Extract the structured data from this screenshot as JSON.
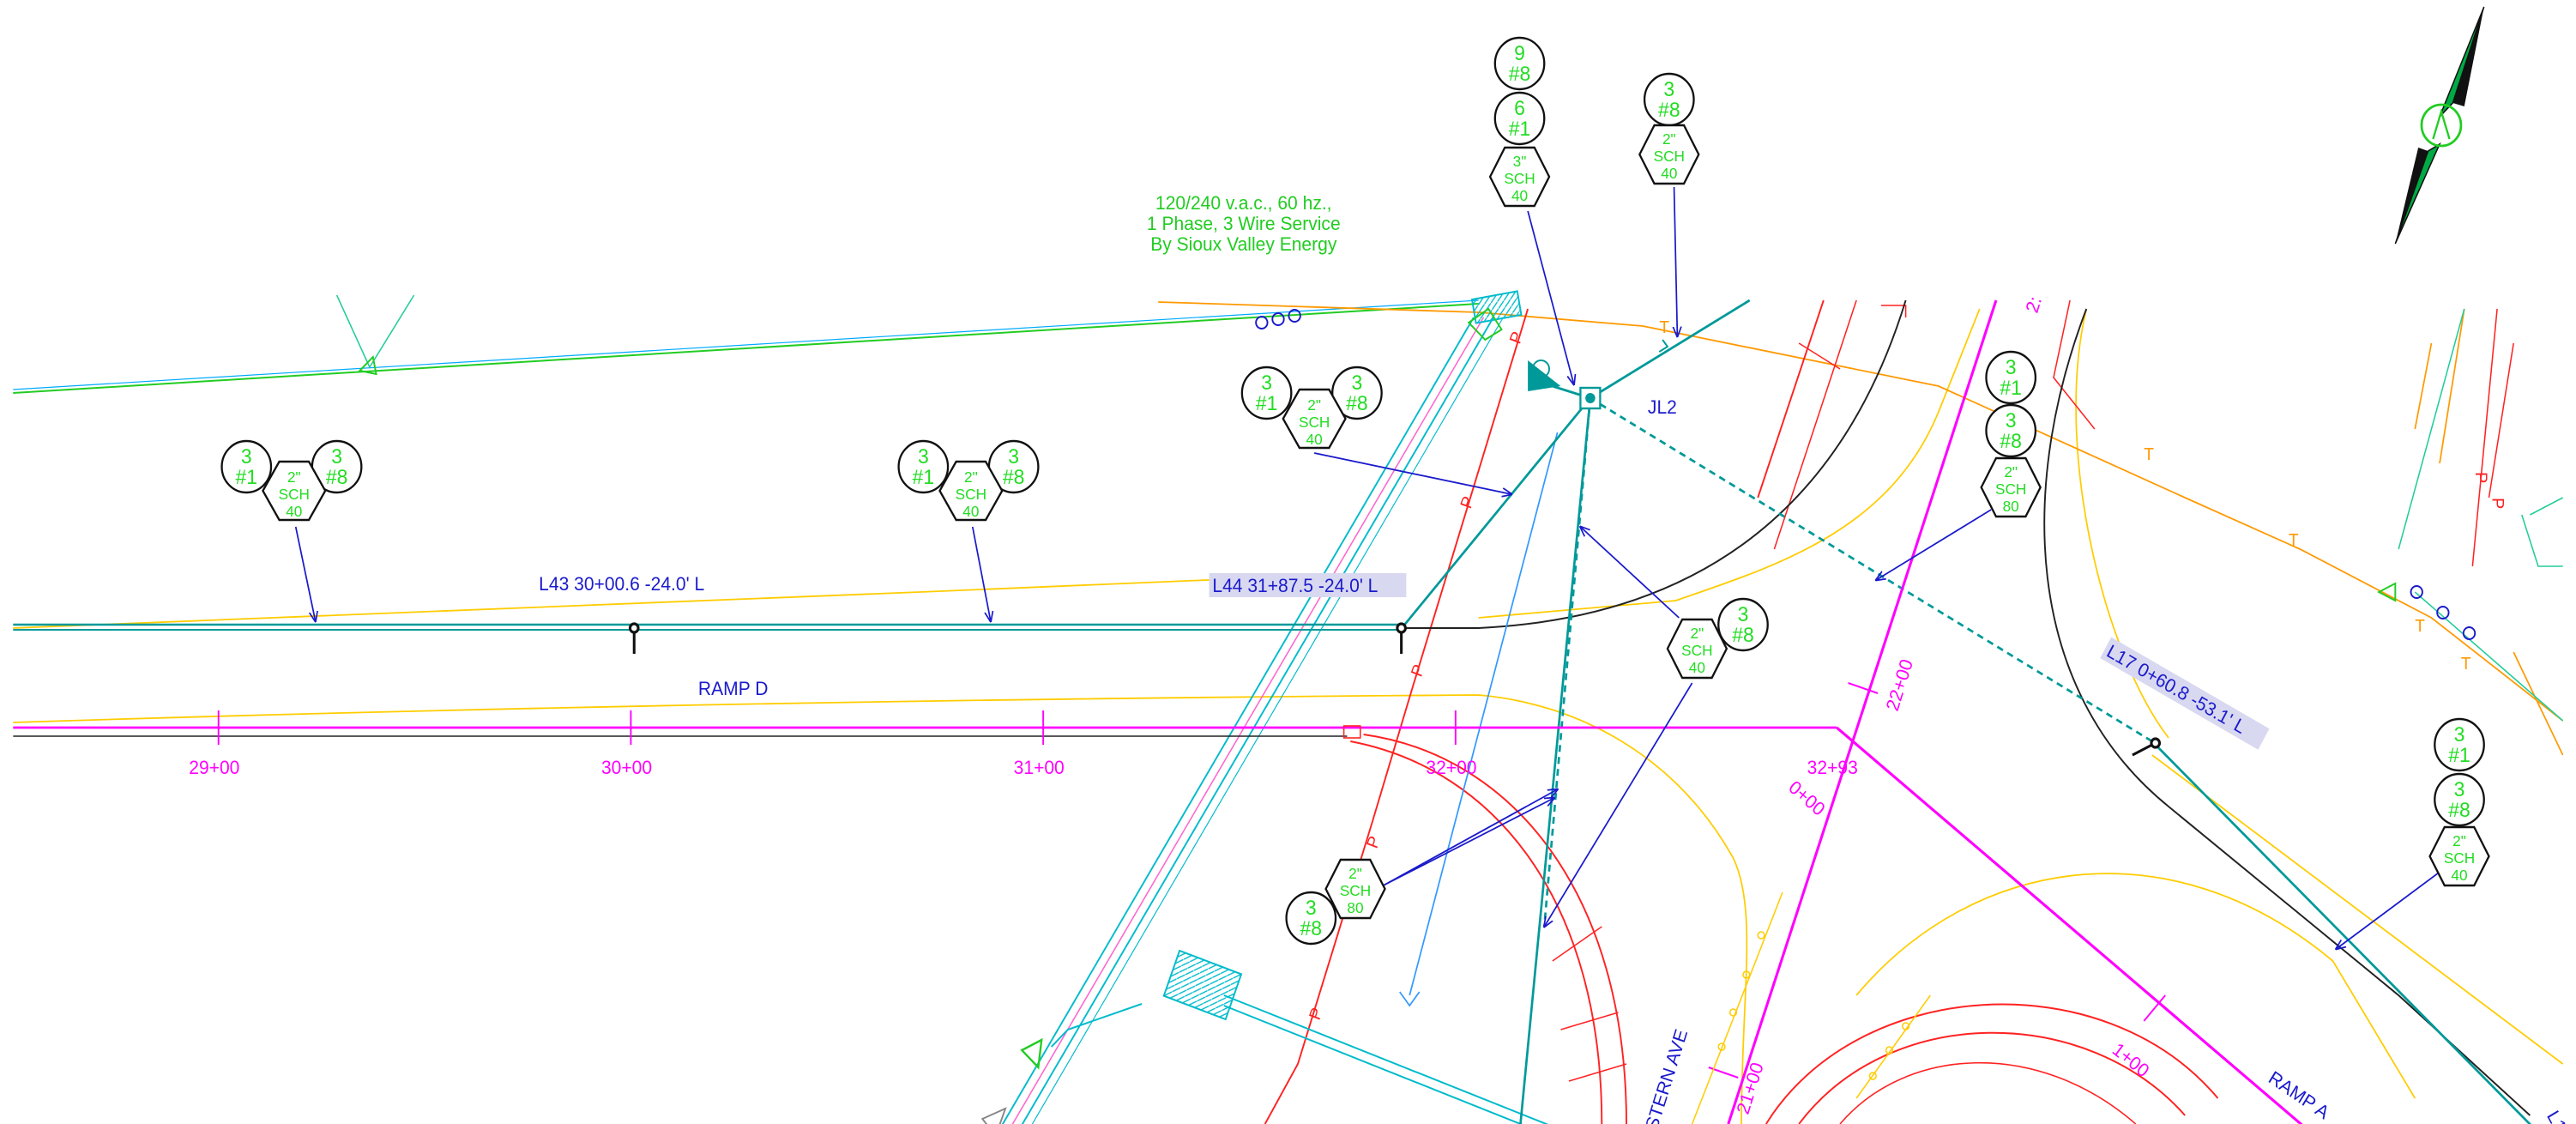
{
  "service_note": {
    "line1": "120/240 v.a.c., 60 hz.,",
    "line2": "1 Phase, 3 Wire Service",
    "line3": "By Sioux Valley Energy"
  },
  "junction_label": "JL2",
  "stations": {
    "l43": "L43 30+00.6 -24.0' L",
    "l44": "L44 31+87.5 -24.0' L",
    "l17": "L17 0+60.8 -53.1' L"
  },
  "ramp_d": {
    "name": "RAMP D",
    "ticks": [
      "29+00",
      "30+00",
      "31+00",
      "32+00",
      "32+93"
    ]
  },
  "western_ave": {
    "name": "WESTERN AVE",
    "ticks": [
      "21+00",
      "22+00",
      "0+00"
    ]
  },
  "ramp_a": {
    "name": "RAMP A",
    "ticks": [
      "1+00"
    ]
  },
  "edge_labels": {
    "top_fragment": "2:",
    "ramp_a_fragment": "L1"
  },
  "conduit_tags": {
    "left_ramp": {
      "a_count": "3",
      "a_size": "#1",
      "b_count": "3",
      "b_size": "#8",
      "c_dia": "2\"",
      "c_type": "SCH",
      "c_class": "40"
    },
    "mid_ramp": {
      "a_count": "3",
      "a_size": "#1",
      "b_count": "3",
      "b_size": "#8",
      "c_dia": "2\"",
      "c_type": "SCH",
      "c_class": "40"
    },
    "near_service": {
      "a_count": "3",
      "a_size": "#1",
      "b_count": "3",
      "b_size": "#8",
      "c_dia": "2\"",
      "c_type": "SCH",
      "c_class": "40"
    },
    "top_main": {
      "a_count": "9",
      "a_size": "#8",
      "b_count": "6",
      "b_size": "#1",
      "c_dia": "3\"",
      "c_type": "SCH",
      "c_class": "40"
    },
    "top_right": {
      "a_count": "3",
      "a_size": "#8",
      "c_dia": "2\"",
      "c_type": "SCH",
      "c_class": "40"
    },
    "right_of_jl2": {
      "a_count": "3",
      "a_size": "#1",
      "b_count": "3",
      "b_size": "#8",
      "c_dia": "2\"",
      "c_type": "SCH",
      "c_class": "80"
    },
    "center_crossing": {
      "a_count": "3",
      "a_size": "#8",
      "c_dia": "2\"",
      "c_type": "SCH",
      "c_class": "40"
    },
    "lower_crossing": {
      "a_count": "3",
      "a_size": "#8",
      "c_dia": "2\"",
      "c_type": "SCH",
      "c_class": "80"
    },
    "far_right": {
      "a_count": "3",
      "a_size": "#1",
      "b_count": "3",
      "b_size": "#8",
      "c_dia": "2\"",
      "c_type": "SCH",
      "c_class": "40"
    }
  },
  "line_marks": {
    "power": "P",
    "telephone": "T"
  },
  "colors": {
    "conduit_tag": "#22dd22",
    "station_text": "#1a1acc",
    "alignment": "#ff00ff",
    "teal_conduit": "#009999",
    "utility_red": "#ff2222",
    "phone_orange": "#ff9900",
    "edge_yellow": "#ffcc00",
    "cyan": "#00bbcc",
    "label_bg": "#d8d8f0"
  },
  "icons": [
    "north-arrow-icon",
    "junction-box-icon",
    "light-pole-icon",
    "service-cabinet-icon",
    "pull-box-icon"
  ]
}
